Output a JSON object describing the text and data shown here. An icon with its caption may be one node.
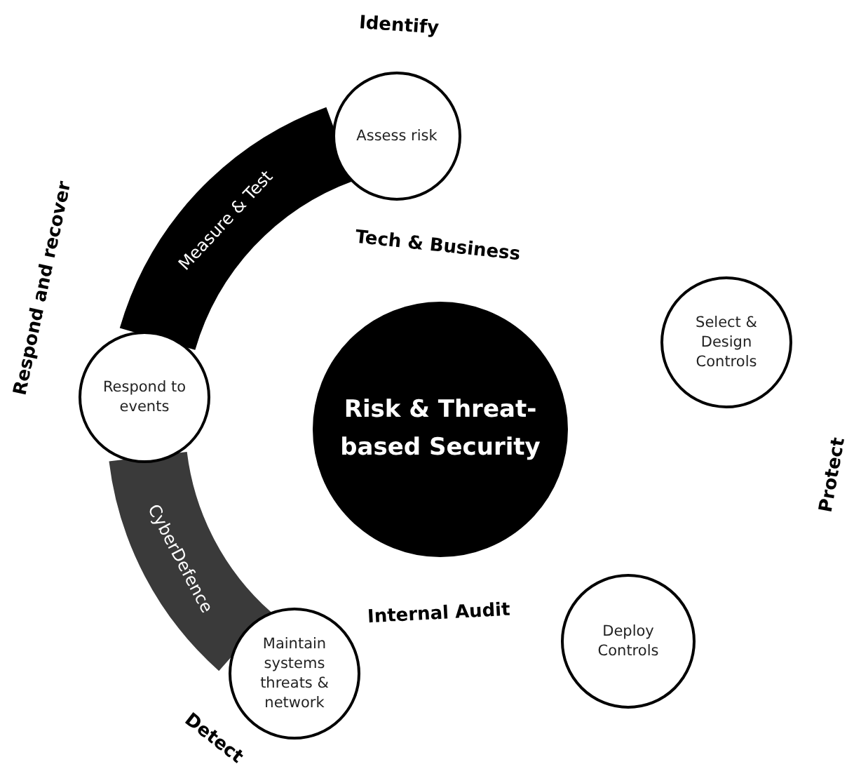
{
  "diagram": {
    "nodes": [
      {
        "text": [
          "Assess risk"
        ]
      },
      {
        "text": [
          "Select & Design Controls"
        ]
      },
      {
        "text": [
          "Respond to events"
        ]
      },
      {
        "text": [
          "Risk & Threat-based Security"
        ]
      },
      {
        "text": [
          "Deploy Controls"
        ]
      },
      {
        "text": [
          "Maintain systems threats & network"
        ]
      }
    ],
    "edges": [
      {
        "from": 0,
        "to": 2,
        "arrow": "none",
        "label": "Measure & Test"
      },
      {
        "from": 2,
        "to": 5,
        "arrow": "none",
        "label": "CyberDefence",
        "color": "#3a3a3a"
      }
    ],
    "labels": [
      "Identify",
      "Tech & Business",
      "Respond and recover",
      "Protect",
      "Internal Audit",
      "Detect"
    ]
  }
}
